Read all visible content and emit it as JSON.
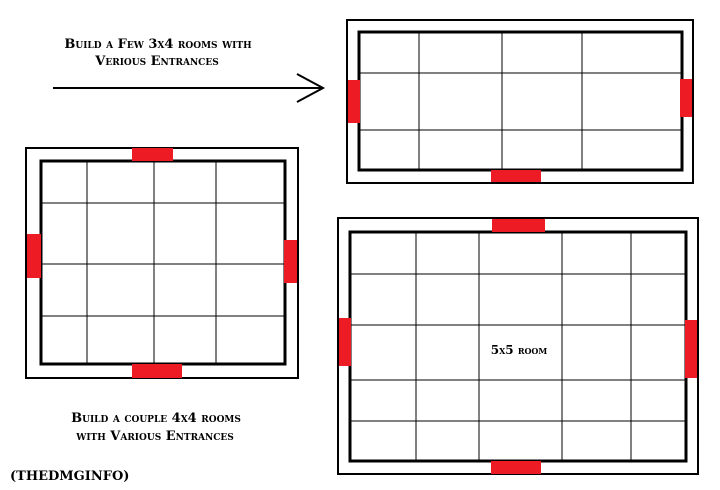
{
  "annotations": {
    "line_1": "Build a Few 3x4 rooms with",
    "line_2": "Verious Entrances",
    "line_3": "Build a couple 4x4 rooms",
    "line_4": "with Various Entrances",
    "credit": "(THEDMGINFO)",
    "room_label": "5x5 room"
  },
  "colors": {
    "wall": "#000000",
    "grid": "#000000",
    "door": "#ed1c24",
    "floor": "#ffffff"
  },
  "rooms": [
    {
      "name": "3x4 room",
      "grid_rows": 3,
      "grid_cols": 4
    },
    {
      "name": "4x4 room",
      "grid_rows": 4,
      "grid_cols": 4
    },
    {
      "name": "5x5 room",
      "grid_rows": 5,
      "grid_cols": 5
    }
  ]
}
